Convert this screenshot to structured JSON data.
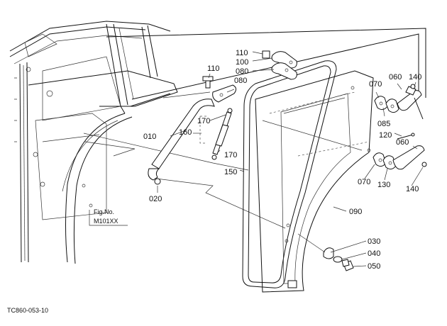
{
  "callouts": {
    "p110a": "110",
    "p100": "100",
    "p080a": "080",
    "p110b": "110",
    "p080b": "080",
    "p070a": "070",
    "p060a": "060",
    "p140a": "140",
    "p085": "085",
    "p120": "120",
    "p060b": "060",
    "p170a": "170",
    "p160": "160",
    "p010": "010",
    "p170b": "170",
    "p150": "150",
    "p070b": "070",
    "p130": "130",
    "p140b": "140",
    "p020": "020",
    "p090": "090",
    "p030": "030",
    "p040": "040",
    "p050": "050"
  },
  "figref": {
    "line1": "Fig.No.",
    "line2": "M101XX"
  },
  "drawing_code": "TC860-053-10"
}
